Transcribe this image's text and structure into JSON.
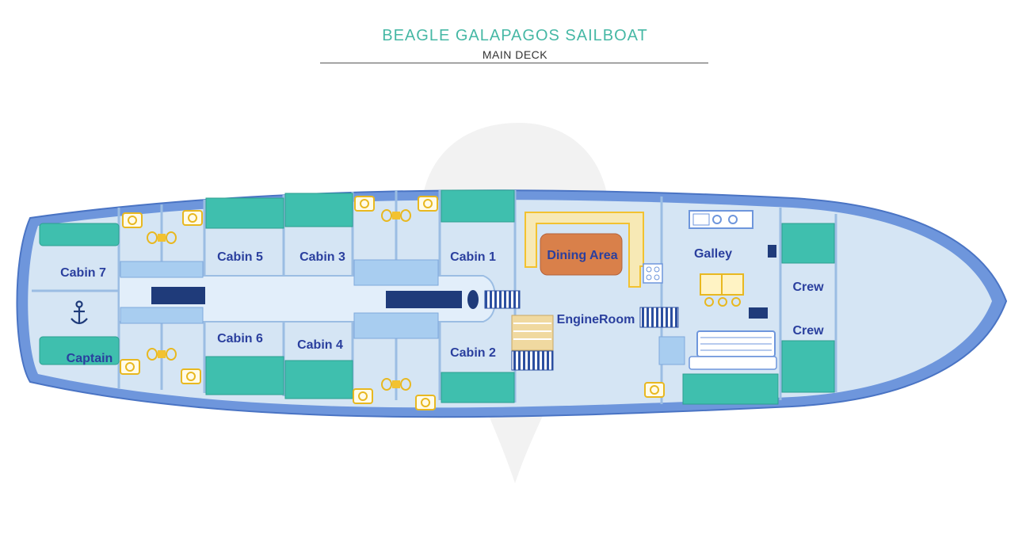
{
  "header": {
    "title": "BEAGLE GALAPAGOS SAILBOAT",
    "subtitle": "MAIN DECK"
  },
  "rooms": {
    "cabin_7": "Cabin 7",
    "captain": "Captain",
    "cabin_5": "Cabin 5",
    "cabin_6": "Cabin 6",
    "cabin_3": "Cabin 3",
    "cabin_4": "Cabin 4",
    "cabin_1": "Cabin 1",
    "cabin_2": "Cabin 2",
    "dining_area": "Dining Area",
    "engine_room": "EngineRoom",
    "galley": "Galley",
    "crew_upper": "Crew",
    "crew_lower": "Crew"
  },
  "icons": [
    "anchor-icon",
    "toilet-icon",
    "sink-icon",
    "stairs-icon",
    "stove-icon",
    "watermark-pin-icon"
  ],
  "colors": {
    "title": "#46b8a5",
    "hull_outline": "#5b86d0",
    "deck_fill": "#d5e5f4",
    "bunk": "#3fbfae",
    "dining_table": "#d9804a",
    "dining_outline": "#f2c230",
    "fixture": "#f2c230",
    "label": "#2a3f9e",
    "mast": "#1f3b7a"
  }
}
